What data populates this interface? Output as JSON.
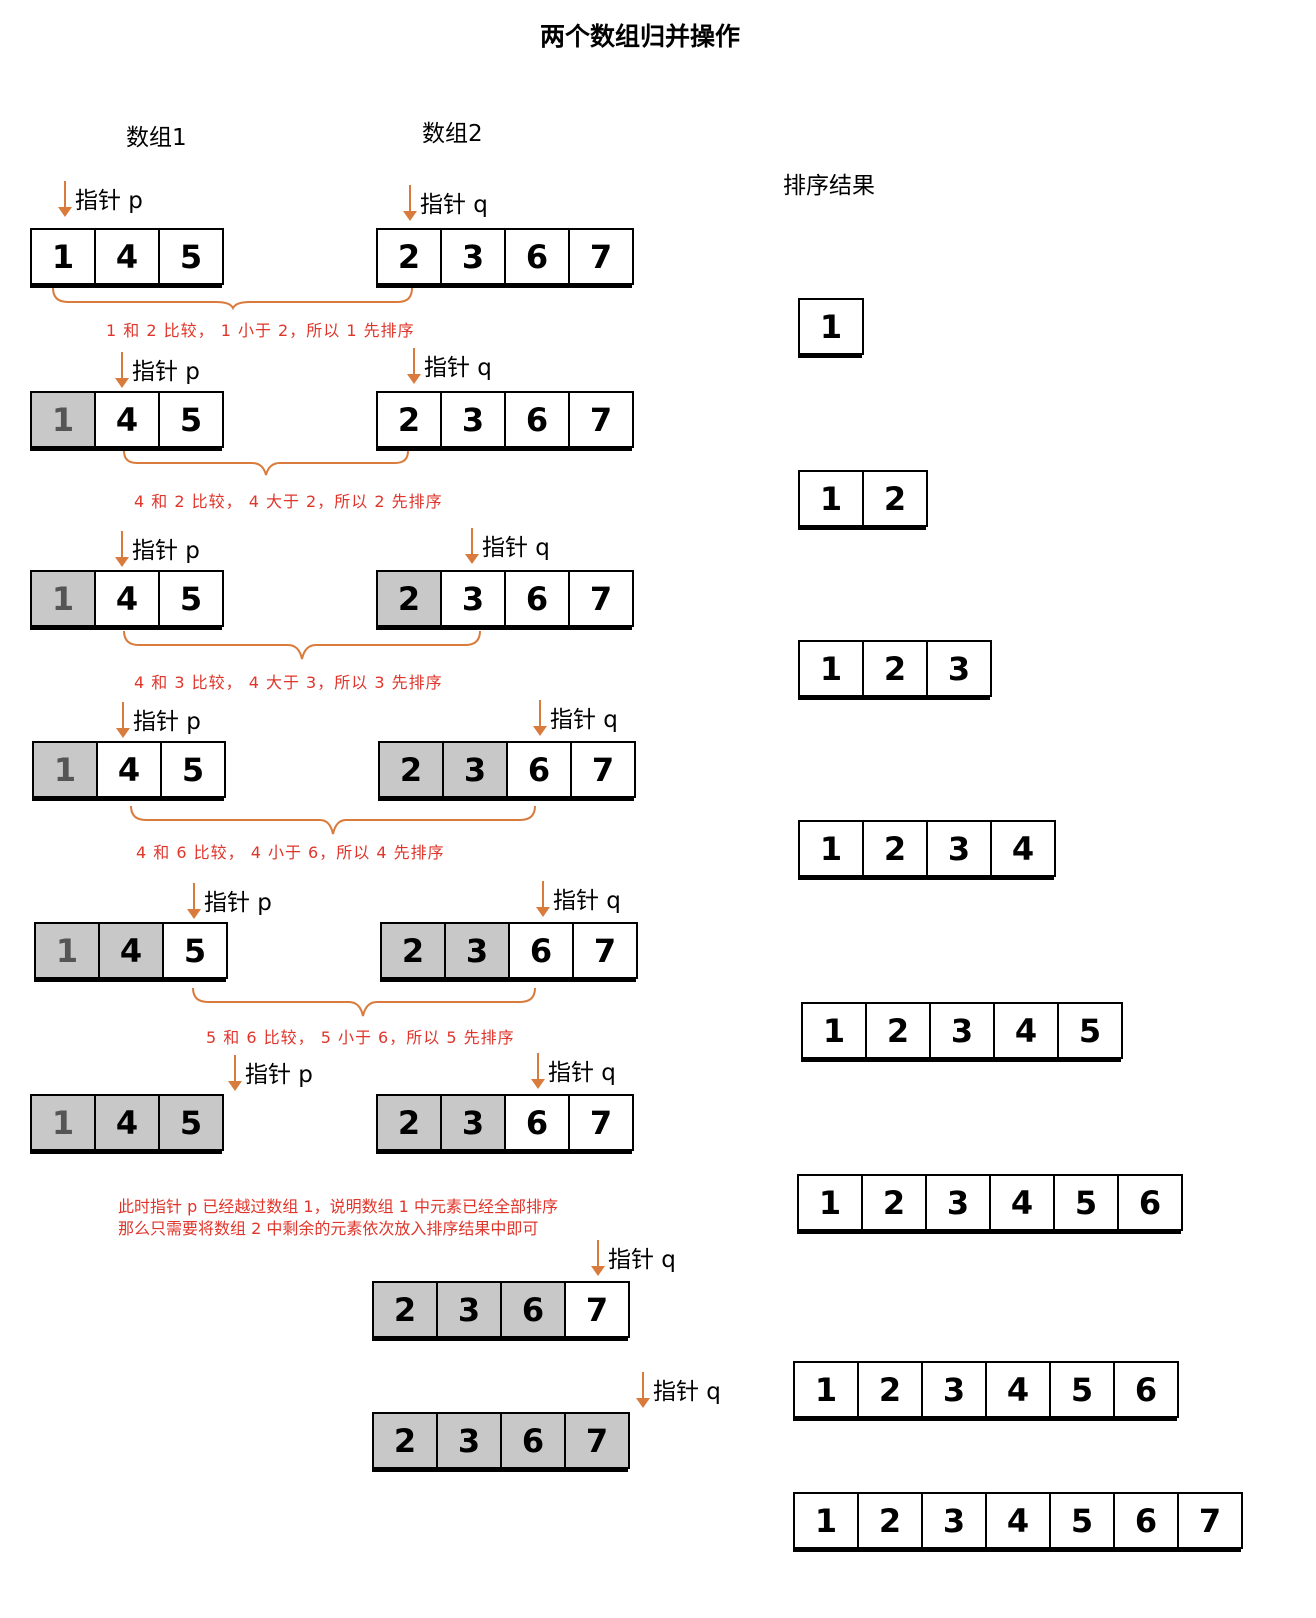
{
  "title": "两个数组归并操作",
  "labels": {
    "array1": "数组1",
    "array2": "数组2",
    "result": "排序结果"
  },
  "pointer_p": "指针 p",
  "pointer_q": "指针 q",
  "steps": [
    {
      "a1": [
        "1",
        "4",
        "5"
      ],
      "a2": [
        "2",
        "3",
        "6",
        "7"
      ],
      "note": "1 和 2 比较， 1 小于 2，所以 1 先排序"
    },
    {
      "a1": [
        "1",
        "4",
        "5"
      ],
      "a2": [
        "2",
        "3",
        "6",
        "7"
      ],
      "note": "4  和 2 比较， 4 大于 2，所以 2 先排序"
    },
    {
      "a1": [
        "1",
        "4",
        "5"
      ],
      "a2": [
        "2",
        "3",
        "6",
        "7"
      ],
      "note": "4  和 3 比较， 4 大于 3，所以 3 先排序"
    },
    {
      "a1": [
        "1",
        "4",
        "5"
      ],
      "a2": [
        "2",
        "3",
        "6",
        "7"
      ],
      "note": "4  和 6 比较， 4 小于 6，所以 4 先排序"
    },
    {
      "a1": [
        "1",
        "4",
        "5"
      ],
      "a2": [
        "2",
        "3",
        "6",
        "7"
      ],
      "note": "5  和 6 比较， 5 小于 6，所以 5 先排序"
    },
    {
      "a1": [
        "1",
        "4",
        "5"
      ],
      "a2": [
        "2",
        "3",
        "6",
        "7"
      ],
      "note": ""
    }
  ],
  "final_note_line1": "此时指针 p 已经越过数组 1，说明数组 1 中元素已经全部排序",
  "final_note_line2": "那么只需要将数组 2 中剩余的元素依次放入排序结果中即可",
  "tail_arrays": [
    [
      "2",
      "3",
      "6",
      "7"
    ],
    [
      "2",
      "3",
      "6",
      "7"
    ]
  ],
  "results": [
    [
      "1"
    ],
    [
      "1",
      "2"
    ],
    [
      "1",
      "2",
      "3"
    ],
    [
      "1",
      "2",
      "3",
      "4"
    ],
    [
      "1",
      "2",
      "3",
      "4",
      "5"
    ],
    [
      "1",
      "2",
      "3",
      "4",
      "5",
      "6"
    ],
    [
      "1",
      "2",
      "3",
      "4",
      "5",
      "6"
    ],
    [
      "1",
      "2",
      "3",
      "4",
      "5",
      "6",
      "7"
    ]
  ]
}
